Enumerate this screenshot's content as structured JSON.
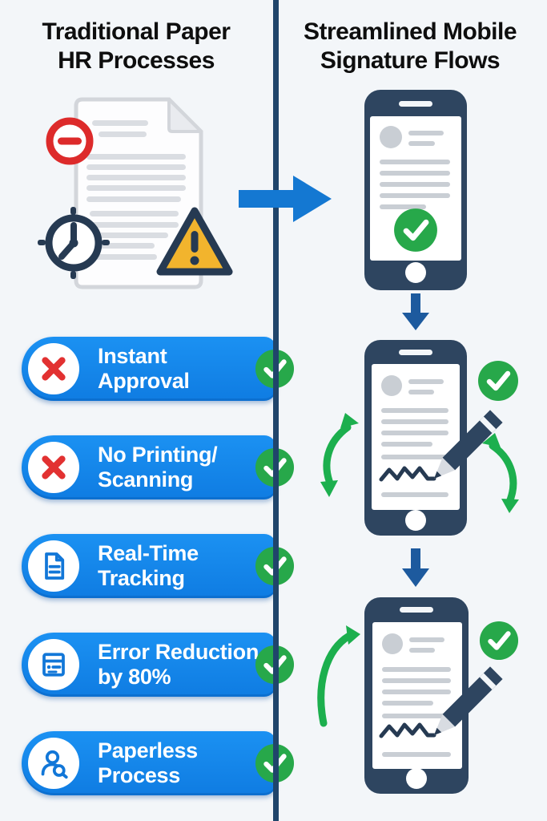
{
  "columns": {
    "left": {
      "title_line1": "Traditional Paper",
      "title_line2": "HR Processes"
    },
    "right": {
      "title_line1": "Streamlined Mobile",
      "title_line2": "Signature Flows"
    }
  },
  "badges": [
    {
      "icon": "red-cross-icon",
      "line1": "Instant",
      "line2": "Approval",
      "status_icon": "green-check-icon"
    },
    {
      "icon": "red-cross-icon",
      "line1": "No Printing/",
      "line2": "Scanning",
      "status_icon": "green-check-icon"
    },
    {
      "icon": "document-icon",
      "line1": "Real-Time",
      "line2": "Tracking",
      "status_icon": "green-check-icon"
    },
    {
      "icon": "form-icon",
      "line1": "Error Reduction",
      "line2": "by 80%",
      "status_icon": "green-check-icon"
    },
    {
      "icon": "person-search-icon",
      "line1": "Paperless",
      "line2": "Process",
      "status_icon": "green-check-icon"
    }
  ],
  "colors": {
    "background": "#f3f6f9",
    "badge_blue": "#1589ee",
    "check_green": "#27a84a",
    "cross_red": "#e23131",
    "phone_navy": "#2e4560",
    "divider_navy": "#20456b",
    "arrow_blue": "#1478d2",
    "warning_yellow": "#f2b42d",
    "green_arrow": "#1caf4e"
  }
}
